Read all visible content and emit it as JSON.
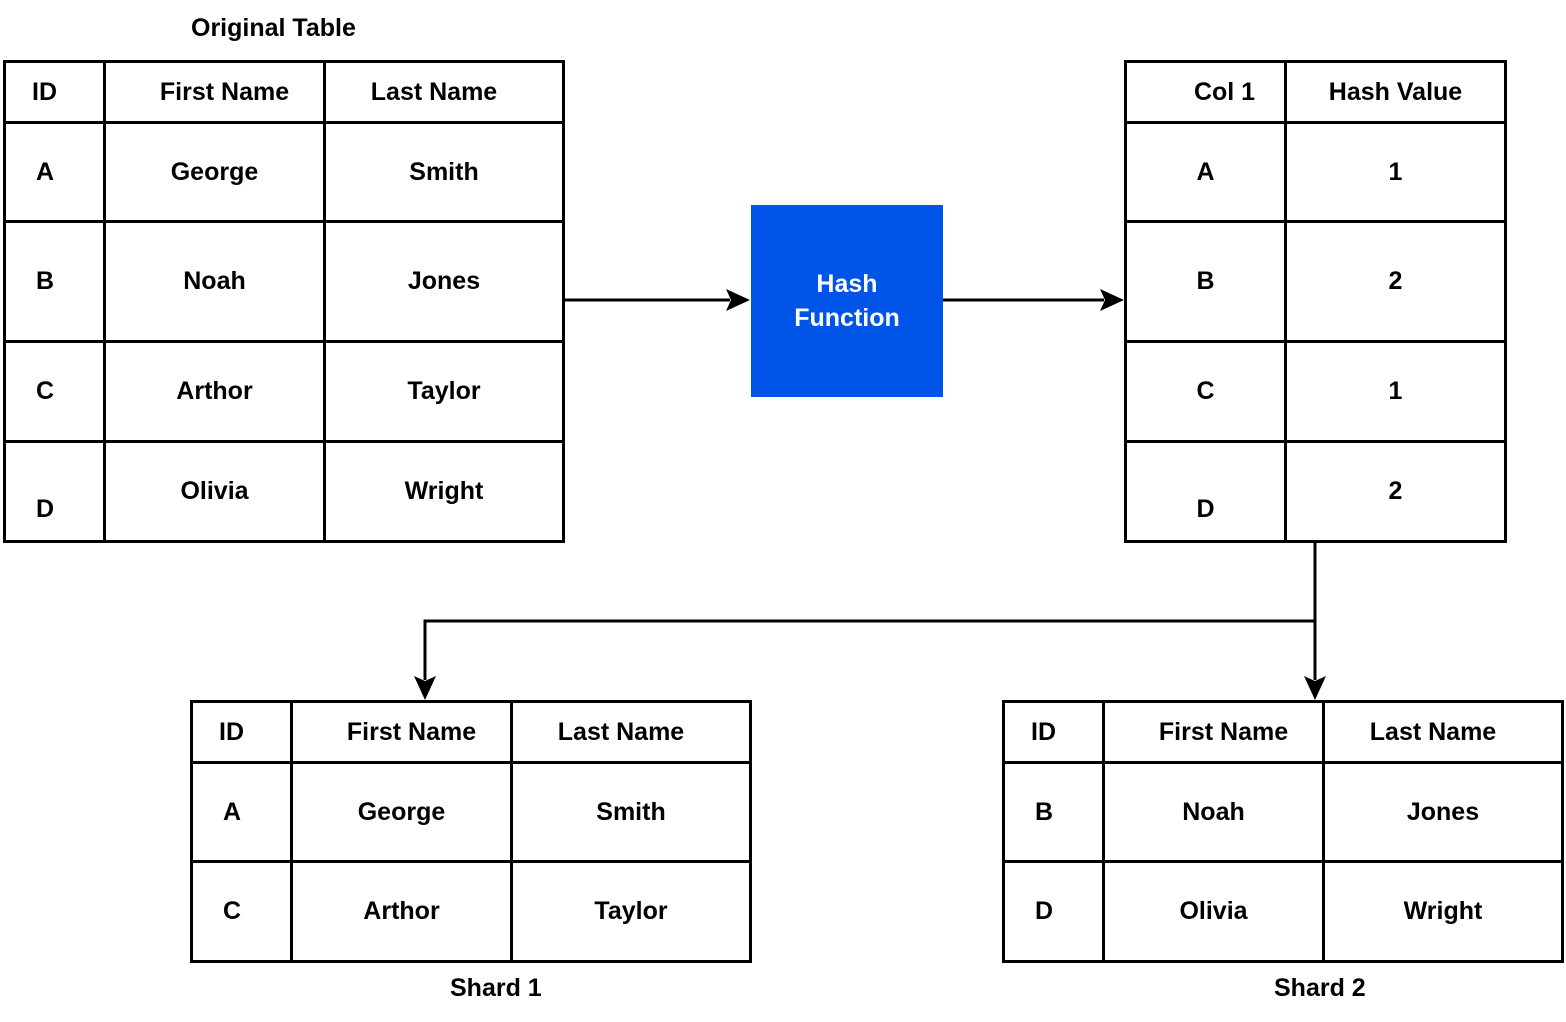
{
  "original_table": {
    "caption": "Original Table",
    "headers": [
      "ID",
      "First Name",
      "Last Name"
    ],
    "rows": [
      [
        "A",
        "George",
        "Smith"
      ],
      [
        "B",
        "Noah",
        "Jones"
      ],
      [
        "C",
        "Arthor",
        "Taylor"
      ],
      [
        "D",
        "Olivia",
        "Wright"
      ]
    ]
  },
  "hash_function": {
    "line1": "Hash",
    "line2": "Function",
    "color": "#0055e8"
  },
  "hash_table": {
    "headers": [
      "Col 1",
      "Hash Value"
    ],
    "rows": [
      [
        "A",
        "1"
      ],
      [
        "B",
        "2"
      ],
      [
        "C",
        "1"
      ],
      [
        "D",
        "2"
      ]
    ]
  },
  "shard1": {
    "caption": "Shard 1",
    "headers": [
      "ID",
      "First Name",
      "Last Name"
    ],
    "rows": [
      [
        "A",
        "George",
        "Smith"
      ],
      [
        "C",
        "Arthor",
        "Taylor"
      ]
    ]
  },
  "shard2": {
    "caption": "Shard 2",
    "headers": [
      "ID",
      "First Name",
      "Last Name"
    ],
    "rows": [
      [
        "B",
        "Noah",
        "Jones"
      ],
      [
        "D",
        "Olivia",
        "Wright"
      ]
    ]
  }
}
